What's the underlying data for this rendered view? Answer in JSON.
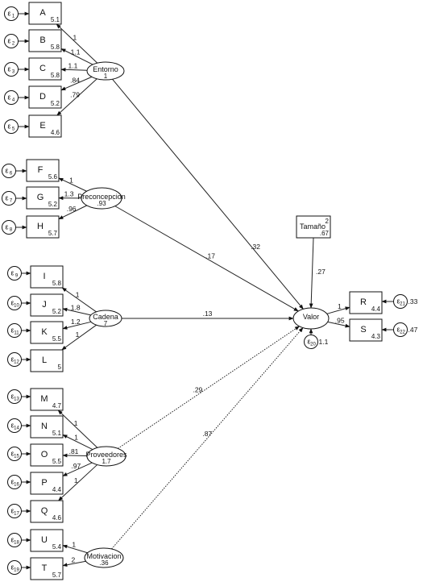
{
  "diagram": {
    "observed": [
      {
        "label": "A",
        "intercept": "5.1"
      },
      {
        "label": "B",
        "intercept": "5.8"
      },
      {
        "label": "C",
        "intercept": "5.8"
      },
      {
        "label": "D",
        "intercept": "5.2"
      },
      {
        "label": "E",
        "intercept": "4.6"
      },
      {
        "label": "F",
        "intercept": "5.6"
      },
      {
        "label": "G",
        "intercept": "5.2"
      },
      {
        "label": "H",
        "intercept": "5.7"
      },
      {
        "label": "I",
        "intercept": "5.8"
      },
      {
        "label": "J",
        "intercept": "5.2"
      },
      {
        "label": "K",
        "intercept": "5.5"
      },
      {
        "label": "L",
        "intercept": "5"
      },
      {
        "label": "M",
        "intercept": "4.7"
      },
      {
        "label": "N",
        "intercept": "5.1"
      },
      {
        "label": "O",
        "intercept": "5.5"
      },
      {
        "label": "P",
        "intercept": "4.4"
      },
      {
        "label": "Q",
        "intercept": "4.6"
      },
      {
        "label": "U",
        "intercept": "5.4"
      },
      {
        "label": "T",
        "intercept": "5.7"
      },
      {
        "label": "R",
        "intercept": "4.4"
      },
      {
        "label": "S",
        "intercept": "4.3"
      }
    ],
    "tamano": {
      "label": "Tamaño",
      "mean": "2",
      "variance": ".67"
    },
    "latents": [
      {
        "label": "Entorno",
        "variance": "1"
      },
      {
        "label": "Preconcepcion",
        "variance": ".93"
      },
      {
        "label": "Cadena",
        "variance": "7"
      },
      {
        "label": "Proveedores",
        "variance": "1.7"
      },
      {
        "label": "Motivacion",
        "variance": ".36"
      },
      {
        "label": "Valor",
        "variance": ""
      }
    ],
    "errors": [
      {
        "sym": "ε",
        "sub": "1"
      },
      {
        "sym": "ε",
        "sub": "2"
      },
      {
        "sym": "ε",
        "sub": "3"
      },
      {
        "sym": "ε",
        "sub": "4"
      },
      {
        "sym": "ε",
        "sub": "5"
      },
      {
        "sym": "ε",
        "sub": "6"
      },
      {
        "sym": "ε",
        "sub": "7"
      },
      {
        "sym": "ε",
        "sub": "8"
      },
      {
        "sym": "ε",
        "sub": "9"
      },
      {
        "sym": "ε",
        "sub": "10"
      },
      {
        "sym": "ε",
        "sub": "11"
      },
      {
        "sym": "ε",
        "sub": "12"
      },
      {
        "sym": "ε",
        "sub": "13"
      },
      {
        "sym": "ε",
        "sub": "14"
      },
      {
        "sym": "ε",
        "sub": "15"
      },
      {
        "sym": "ε",
        "sub": "16"
      },
      {
        "sym": "ε",
        "sub": "17"
      },
      {
        "sym": "ε",
        "sub": "18"
      },
      {
        "sym": "ε",
        "sub": "19"
      },
      {
        "sym": "ε",
        "sub": "20"
      },
      {
        "sym": "ε",
        "sub": "21"
      },
      {
        "sym": "ε",
        "sub": "22"
      }
    ],
    "error_variances": {
      "e20": "1.1",
      "e21": ".33",
      "e22": ".47"
    },
    "loadings": {
      "entorno": [
        "1",
        "1.1",
        "1.1",
        ".84",
        ".79"
      ],
      "preconcepcion": [
        "1",
        "1.3",
        ".96"
      ],
      "cadena": [
        "1",
        "1.8",
        "1.2",
        "1"
      ],
      "proveedores": [
        "1",
        "1",
        ".81",
        ".97",
        "1"
      ],
      "motivacion": [
        "1",
        "2"
      ],
      "valor": [
        "1",
        ".95"
      ]
    },
    "paths": {
      "entorno_valor": ".32",
      "preconcepcion_valor": ".17",
      "cadena_valor": ".13",
      "proveedores_valor": ".29",
      "motivacion_valor": ".87",
      "tamano_valor": ".27"
    }
  }
}
